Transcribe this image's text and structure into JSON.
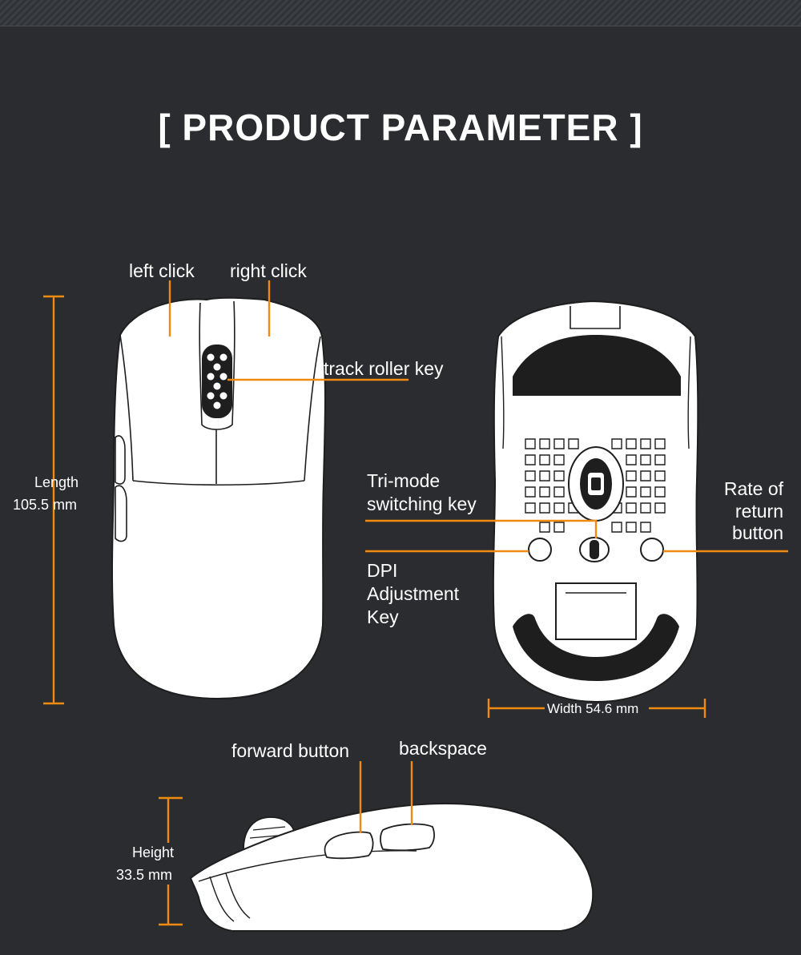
{
  "title": "[ PRODUCT PARAMETER ]",
  "labels": {
    "left_click": "left click",
    "right_click": "right click",
    "track_roller_key": "track roller key",
    "length_label": "Length",
    "length_value": "105.5 mm",
    "tri_mode_line1": "Tri-mode",
    "tri_mode_line2": "switching key",
    "rate_line1": "Rate of",
    "rate_line2": "return",
    "rate_line3": "button",
    "dpi_line1": "DPI",
    "dpi_line2": "Adjustment",
    "dpi_line3": "Key",
    "width": "Width 54.6 mm",
    "forward_button": "forward button",
    "backspace": "backspace",
    "height_label": "Height",
    "height_value": "33.5 mm"
  },
  "colors": {
    "background": "#2a2c2f",
    "accent": "#f08a10",
    "mouse_body": "#ffffff",
    "outline": "#1e1e1e"
  }
}
